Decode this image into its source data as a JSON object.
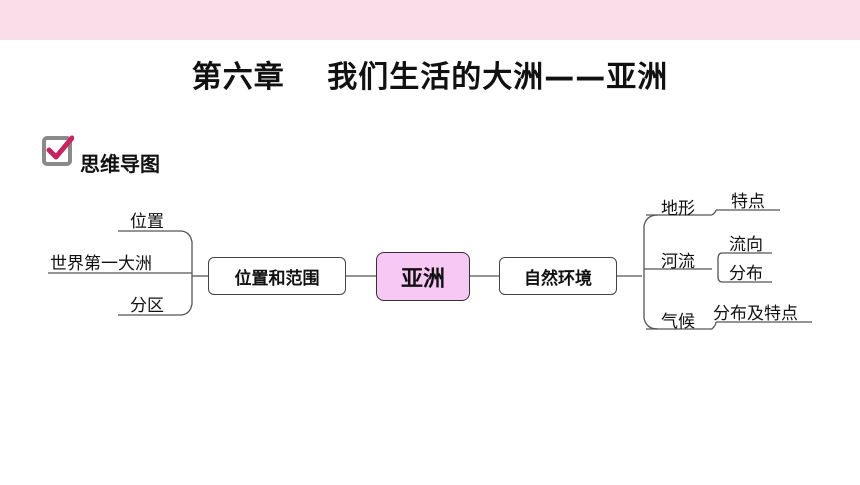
{
  "title": "第六章　 我们生活的大洲——亚洲",
  "section_label": "思维导图",
  "center": "亚洲",
  "left_branch": {
    "label": "位置和范围",
    "items": [
      "位置",
      "世界第一大洲",
      "分区"
    ]
  },
  "right_branch": {
    "label": "自然环境",
    "groups": [
      {
        "label": "地形",
        "items": [
          "特点"
        ]
      },
      {
        "label": "河流",
        "items": [
          "流向",
          "分布"
        ]
      },
      {
        "label": "气候",
        "items": [
          "分布及特点"
        ]
      }
    ]
  },
  "colors": {
    "top_bar": "#f9dde8",
    "center_fill": "#f7c8f3",
    "checkmark": "#c8235e",
    "checkbox_border": "#8a8a8a"
  }
}
